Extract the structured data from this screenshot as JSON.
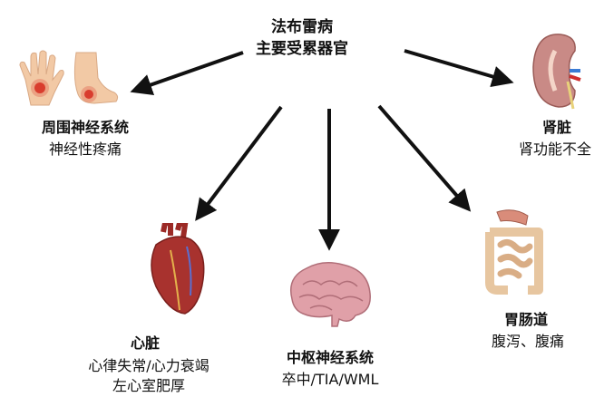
{
  "title": {
    "line1": "法布雷病",
    "line2": "主要受累器官"
  },
  "organs": {
    "peripheral_nerve": {
      "name": "周围神经系统",
      "desc": [
        "神经性疼痛"
      ],
      "icon": "hand-foot-pain-icon"
    },
    "kidney": {
      "name": "肾脏",
      "desc": [
        "肾功能不全"
      ],
      "icon": "kidney-icon"
    },
    "heart": {
      "name": "心脏",
      "desc": [
        "心律失常/心力衰竭",
        "左心室肥厚"
      ],
      "icon": "heart-icon"
    },
    "cns": {
      "name": "中枢神经系统",
      "desc": [
        "卒中/TIA/WML"
      ],
      "icon": "brain-icon"
    },
    "gi": {
      "name": "胃肠道",
      "desc": [
        "腹泻、腹痛"
      ],
      "icon": "intestine-icon"
    }
  },
  "colors": {
    "arrow": "#111111",
    "kidney": "#b56a6a",
    "heart": "#a8322e",
    "brain": "#e0a0a8",
    "intestine": "#e7c6a0",
    "skin": "#f2c9a5",
    "pain": "#d62b1f"
  }
}
